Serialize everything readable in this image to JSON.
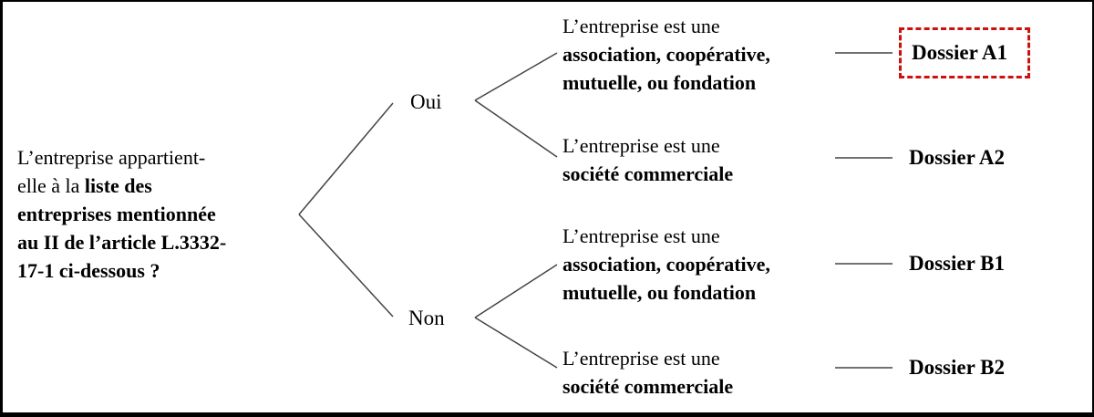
{
  "diagram": {
    "question": {
      "lines": [
        {
          "normal": "L’entreprise appartient-",
          "bold": ""
        },
        {
          "normal": "elle à la ",
          "bold": "liste des"
        },
        {
          "normal": "",
          "bold": "entreprises mentionnée"
        },
        {
          "normal": "",
          "bold": "au II de l’article L.3332-"
        },
        {
          "normal": "",
          "bold": "17-1 ci-dessous ?"
        }
      ]
    },
    "branch_yes": "Oui",
    "branch_no": "Non",
    "outcomes": [
      {
        "intro": "L’entreprise est une",
        "type_line1": "association, coopérative,",
        "type_line2": "mutuelle, ou fondation",
        "dossier": "Dossier A1",
        "highlighted": true
      },
      {
        "intro": "L’entreprise est une",
        "type_line1": "société commerciale",
        "type_line2": "",
        "dossier": "Dossier A2",
        "highlighted": false
      },
      {
        "intro": "L’entreprise est une",
        "type_line1": "association, coopérative,",
        "type_line2": "mutuelle, ou fondation",
        "dossier": "Dossier B1",
        "highlighted": false
      },
      {
        "intro": "L’entreprise est une",
        "type_line1": "société commerciale",
        "type_line2": "",
        "dossier": "Dossier B2",
        "highlighted": false
      }
    ],
    "colors": {
      "highlight_border": "#cc1111",
      "line": "#444444"
    }
  }
}
